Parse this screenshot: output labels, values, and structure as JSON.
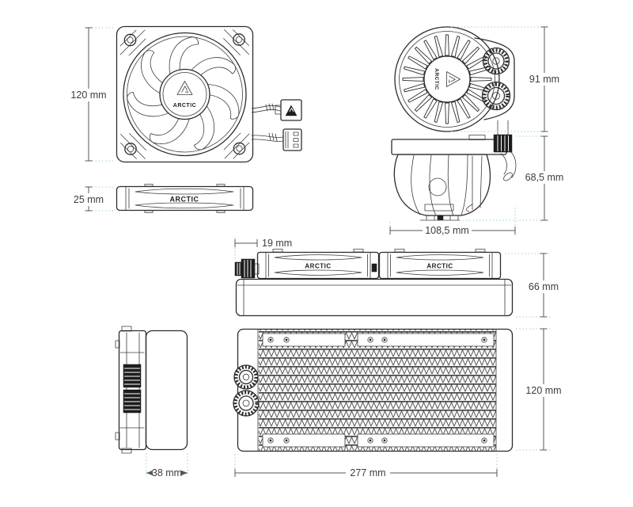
{
  "diagram": {
    "type": "technical-dimension-drawing",
    "subject": "all-in-one liquid CPU cooler (fan, pump, radiator views)",
    "brand": {
      "name": "ARCTIC"
    },
    "dimensions": {
      "fan_size": "120 mm",
      "fan_thickness": "25 mm",
      "pump_width": "91 mm",
      "pump_height": "68,5 mm",
      "pump_length": "108,5 mm",
      "fitting_length": "19 mm",
      "radiator_with_fans_height": "66 mm",
      "radiator_depth": "38 mm",
      "radiator_length": "277 mm",
      "radiator_width": "120 mm"
    },
    "colors": {
      "line": "#2c2c2c",
      "dimension_line": "#575757",
      "extension_line": "#a0d6d0",
      "background": "#ffffff"
    }
  }
}
